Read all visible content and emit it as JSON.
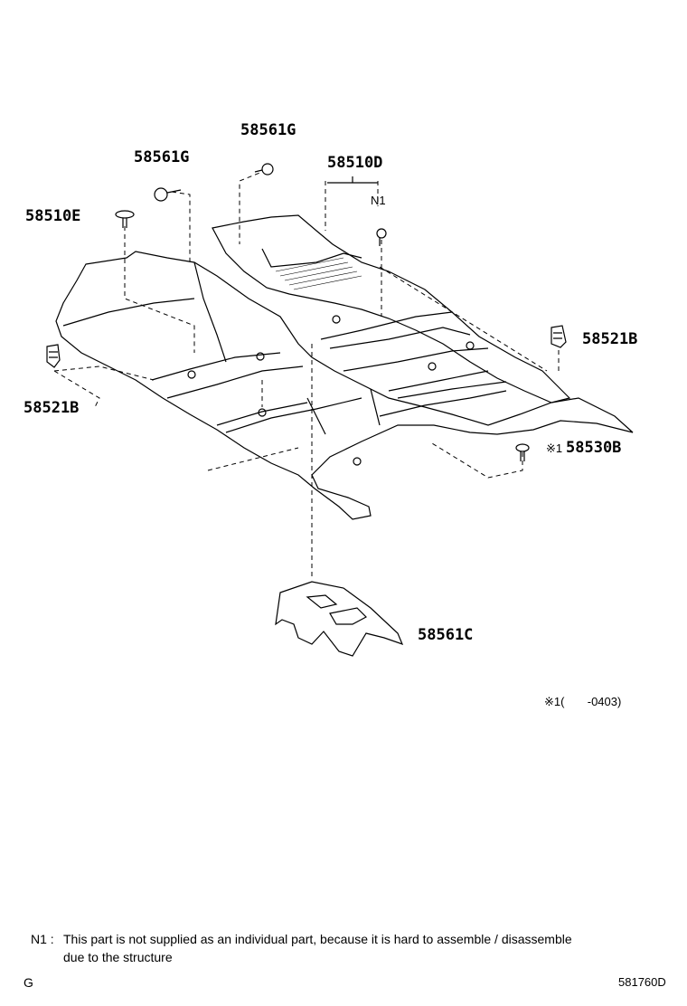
{
  "parts": {
    "p58561G_top": "58561G",
    "p58561G_left": "58561G",
    "p58510D": "58510D",
    "p58510E": "58510E",
    "n1_marker": "N1",
    "p58521B_right": "58521B",
    "p58521B_left": "58521B",
    "p58530B_prefix": "※1",
    "p58530B": "58530B",
    "p58561C": "58561C"
  },
  "footnote_range": "※1(       -0403)",
  "note": {
    "marker": "N1 :",
    "text_line1": "This part is not supplied as an individual part, because it is hard to assemble / disassemble",
    "text_line2": "due to the structure"
  },
  "corner_left": "G",
  "diagram_id": "581760D"
}
